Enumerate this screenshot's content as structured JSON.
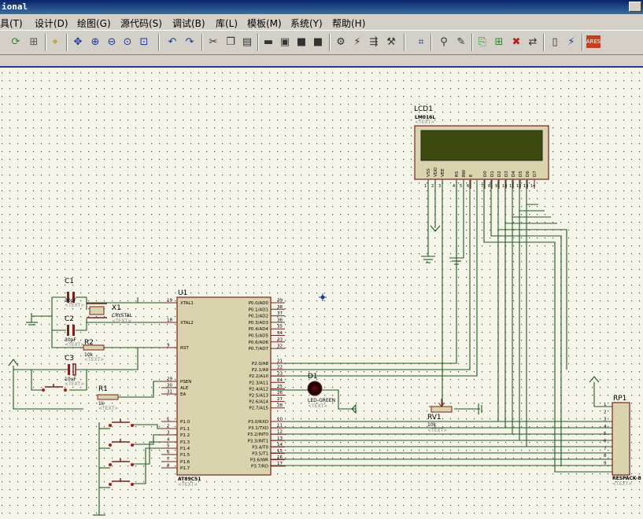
{
  "window": {
    "title": "ional"
  },
  "menu": [
    {
      "label": "具(T)"
    },
    {
      "label": "设计(D)"
    },
    {
      "label": "绘图(G)"
    },
    {
      "label": "源代码(S)"
    },
    {
      "label": "调试(B)"
    },
    {
      "label": "库(L)"
    },
    {
      "label": "模板(M)"
    },
    {
      "label": "系统(Y)"
    },
    {
      "label": "帮助(H)"
    }
  ],
  "toolbar": {
    "icons": [
      "refresh-icon",
      "grid-icon",
      "origin-icon",
      "pan-icon",
      "zoom-in-icon",
      "zoom-out-icon",
      "zoom-all-icon",
      "zoom-area-icon",
      "undo-icon",
      "redo-icon",
      "cut-icon",
      "copy-icon",
      "paste-icon",
      "block-copy-icon",
      "block-move-icon",
      "block-rotate-icon",
      "block-delete-icon",
      "pick-device-icon",
      "make-device-icon",
      "packaging-icon",
      "decompose-icon",
      "wire-autoroute-icon",
      "search-icon",
      "property-assign-icon",
      "new-sheet-icon",
      "remove-sheet-icon",
      "goto-sheet-icon",
      "bom-icon",
      "netlist-icon",
      "ares-icon"
    ],
    "ares_label": "ARES"
  },
  "schematic": {
    "lcd": {
      "ref": "LCD1",
      "model": "LM016L",
      "text": "<TEXT>",
      "pins": [
        "VSS",
        "VDD",
        "VEE",
        "RS",
        "RW",
        "E",
        "D0",
        "D1",
        "D2",
        "D3",
        "D4",
        "D5",
        "D6",
        "D7"
      ],
      "pin_numbers": [
        "1",
        "2",
        "3",
        "4",
        "5",
        "6",
        "7",
        "8",
        "9",
        "10",
        "11",
        "12",
        "13",
        "14"
      ]
    },
    "mcu": {
      "ref": "U1",
      "model": "AT89C51",
      "text": "<TEXT>",
      "left_pins": [
        {
          "num": "19",
          "name": "XTAL1"
        },
        {
          "num": "18",
          "name": "XTAL2"
        },
        {
          "num": "9",
          "name": "RST"
        },
        {
          "num": "29",
          "name": "PSEN"
        },
        {
          "num": "30",
          "name": "ALE"
        },
        {
          "num": "31",
          "name": "EA"
        },
        {
          "num": "1",
          "name": "P1.0"
        },
        {
          "num": "2",
          "name": "P1.1"
        },
        {
          "num": "3",
          "name": "P1.2"
        },
        {
          "num": "4",
          "name": "P1.3"
        },
        {
          "num": "5",
          "name": "P1.4"
        },
        {
          "num": "6",
          "name": "P1.5"
        },
        {
          "num": "7",
          "name": "P1.6"
        },
        {
          "num": "8",
          "name": "P1.7"
        }
      ],
      "right_pins": [
        {
          "num": "39",
          "name": "P0.0/AD0"
        },
        {
          "num": "38",
          "name": "P0.1/AD1"
        },
        {
          "num": "37",
          "name": "P0.2/AD2"
        },
        {
          "num": "36",
          "name": "P0.3/AD3"
        },
        {
          "num": "35",
          "name": "P0.4/AD4"
        },
        {
          "num": "34",
          "name": "P0.5/AD5"
        },
        {
          "num": "33",
          "name": "P0.6/AD6"
        },
        {
          "num": "32",
          "name": "P0.7/AD7"
        },
        {
          "num": "21",
          "name": "P2.0/A8"
        },
        {
          "num": "22",
          "name": "P2.1/A9"
        },
        {
          "num": "23",
          "name": "P2.2/A10"
        },
        {
          "num": "24",
          "name": "P2.3/A11"
        },
        {
          "num": "25",
          "name": "P2.4/A12"
        },
        {
          "num": "26",
          "name": "P2.5/A13"
        },
        {
          "num": "27",
          "name": "P2.6/A14"
        },
        {
          "num": "28",
          "name": "P2.7/A15"
        },
        {
          "num": "10",
          "name": "P3.0/RXD"
        },
        {
          "num": "11",
          "name": "P3.1/TXD"
        },
        {
          "num": "12",
          "name": "P3.2/INT0"
        },
        {
          "num": "13",
          "name": "P3.3/INT1"
        },
        {
          "num": "14",
          "name": "P3.4/T0"
        },
        {
          "num": "15",
          "name": "P3.5/T1"
        },
        {
          "num": "16",
          "name": "P3.6/WR"
        },
        {
          "num": "17",
          "name": "P3.7/RD"
        }
      ]
    },
    "c1": {
      "ref": "C1",
      "value": "30pF",
      "text": "<TEXT>"
    },
    "c2": {
      "ref": "C2",
      "value": "30pF",
      "text": "<TEXT>"
    },
    "c3": {
      "ref": "C3",
      "value": "10uF",
      "text": "<TEXT>"
    },
    "x1": {
      "ref": "X1",
      "value": "CRYSTAL",
      "text": "<TEXT>"
    },
    "r1": {
      "ref": "R1",
      "value": "1k",
      "text": "<TEXT>"
    },
    "r2": {
      "ref": "R2",
      "value": "10k",
      "text": "<TEXT>"
    },
    "d1": {
      "ref": "D1",
      "value": "LED-GREEN",
      "text": "<TEXT>"
    },
    "rv1": {
      "ref": "RV1",
      "value": "10k",
      "text": "<TEXT>"
    },
    "rp1": {
      "ref": "RP1",
      "value": "RESPACK-8",
      "text": "<TEXT>",
      "pin_numbers": [
        "1",
        "2",
        "3",
        "4",
        "5",
        "6",
        "7",
        "8",
        "9"
      ]
    }
  }
}
